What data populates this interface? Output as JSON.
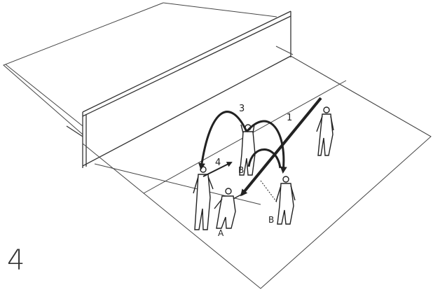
{
  "figure": {
    "number": "4"
  },
  "labels": {
    "pass_1": "1",
    "pass_3": "3",
    "pass_4": "4",
    "player_a": "A",
    "player_b_front": "B",
    "player_b_right": "B"
  },
  "colors": {
    "ink": "#222222",
    "court_line": "#444444",
    "background": "#ffffff"
  }
}
